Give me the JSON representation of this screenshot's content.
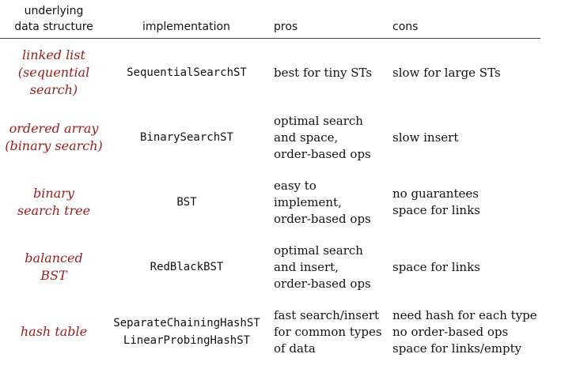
{
  "headers": {
    "structure_line1": "underlying",
    "structure_line2": "data structure",
    "implementation": "implementation",
    "pros": "pros",
    "cons": "cons"
  },
  "rows": [
    {
      "structure": [
        "linked list",
        "(sequential",
        "search)"
      ],
      "implementation": [
        "SequentialSearchST"
      ],
      "pros": [
        "best for tiny STs"
      ],
      "cons": [
        "slow for large STs"
      ]
    },
    {
      "structure": [
        "ordered array",
        "(binary search)"
      ],
      "implementation": [
        "BinarySearchST"
      ],
      "pros": [
        "optimal search",
        "and space,",
        "order-based ops"
      ],
      "cons": [
        "slow insert"
      ]
    },
    {
      "structure": [
        "binary",
        "search tree"
      ],
      "implementation": [
        "BST"
      ],
      "pros": [
        "easy to",
        "implement,",
        "order-based ops"
      ],
      "cons": [
        "no guarantees",
        "space for links"
      ]
    },
    {
      "structure": [
        "balanced",
        "BST"
      ],
      "implementation": [
        "RedBlackBST"
      ],
      "pros": [
        "optimal search",
        "and insert,",
        "order-based ops"
      ],
      "cons": [
        "space for links"
      ]
    },
    {
      "structure": [
        "hash table"
      ],
      "implementation": [
        "SeparateChainingHashST",
        "LinearProbingHashST"
      ],
      "pros": [
        "fast search/insert",
        "for common types",
        "of data"
      ],
      "cons": [
        "need hash for each type",
        "no order-based ops",
        "space for links/empty"
      ]
    }
  ]
}
